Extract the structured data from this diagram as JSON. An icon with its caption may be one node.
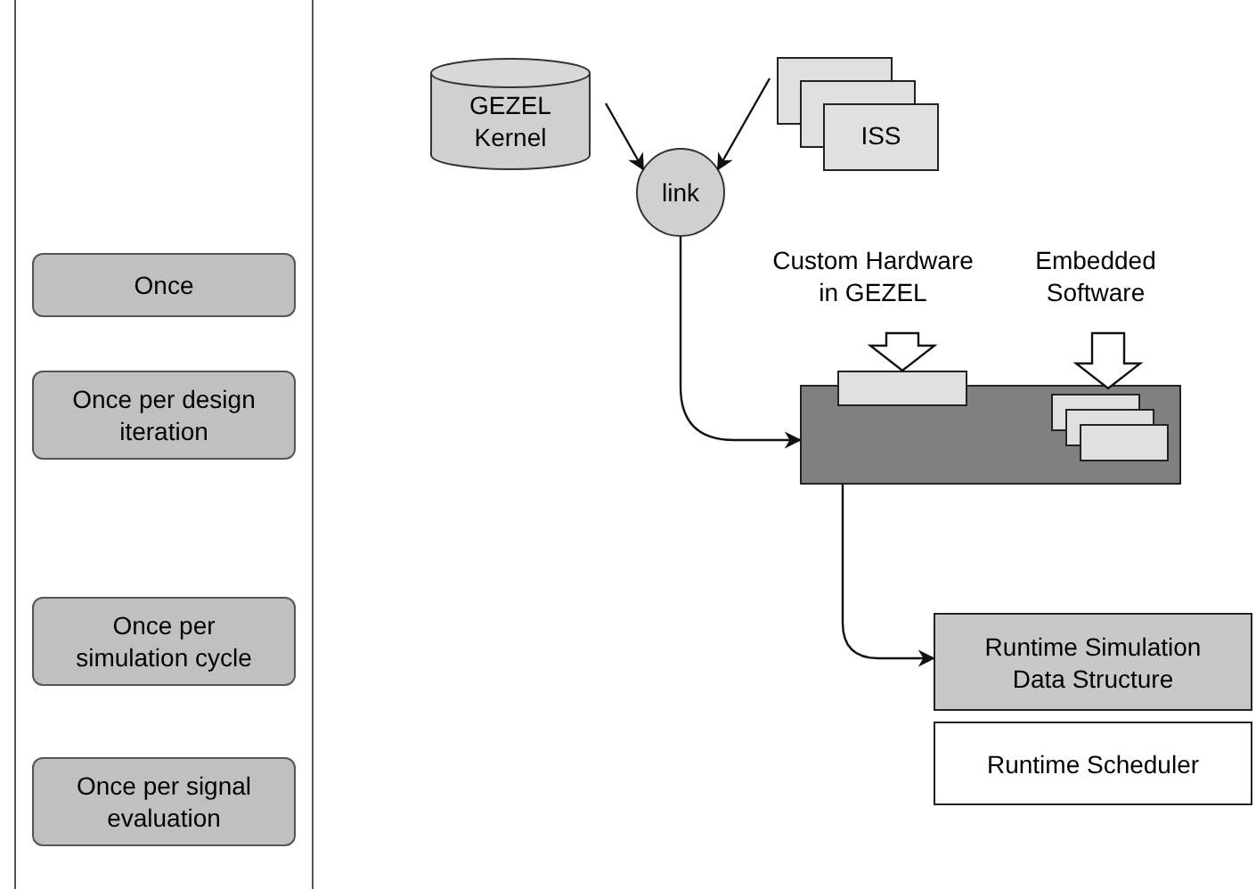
{
  "diagram": {
    "nodes": [
      {
        "text": [
          "Once"
        ]
      },
      {
        "text": [
          "Once per design iteration"
        ]
      },
      {
        "text": [
          "Once per simulation cycle"
        ]
      },
      {
        "text": [
          "Once per signal evaluation"
        ]
      },
      {
        "text": [
          "GEZEL Kernel"
        ]
      },
      {
        "text": [
          "ISS"
        ]
      },
      {
        "text": [
          "link"
        ]
      },
      {
        "text": [
          "Custom Hardware in GEZEL"
        ]
      },
      {
        "text": [
          "Embedded Software"
        ]
      },
      {
        "text": [],
        "shape": "box"
      },
      {
        "text": [],
        "shape": "box"
      },
      {
        "text": [],
        "shape": "box",
        "in": 9
      },
      {
        "text": [
          "Runtime Simulation Data Structure"
        ]
      },
      {
        "text": [
          "Runtime Scheduler"
        ]
      }
    ],
    "edges": [
      {
        "from": 4,
        "to": 6,
        "arrow": "to"
      },
      {
        "from": 5,
        "to": 6,
        "arrow": "to"
      },
      {
        "from": 6,
        "to": 9,
        "arrow": "to"
      },
      {
        "from": 7,
        "to": 10,
        "arrow": "to",
        "style": "thick"
      },
      {
        "from": 8,
        "to": 11,
        "arrow": "to",
        "style": "thick"
      },
      {
        "from": 9,
        "to": 12,
        "arrow": "to"
      }
    ]
  }
}
